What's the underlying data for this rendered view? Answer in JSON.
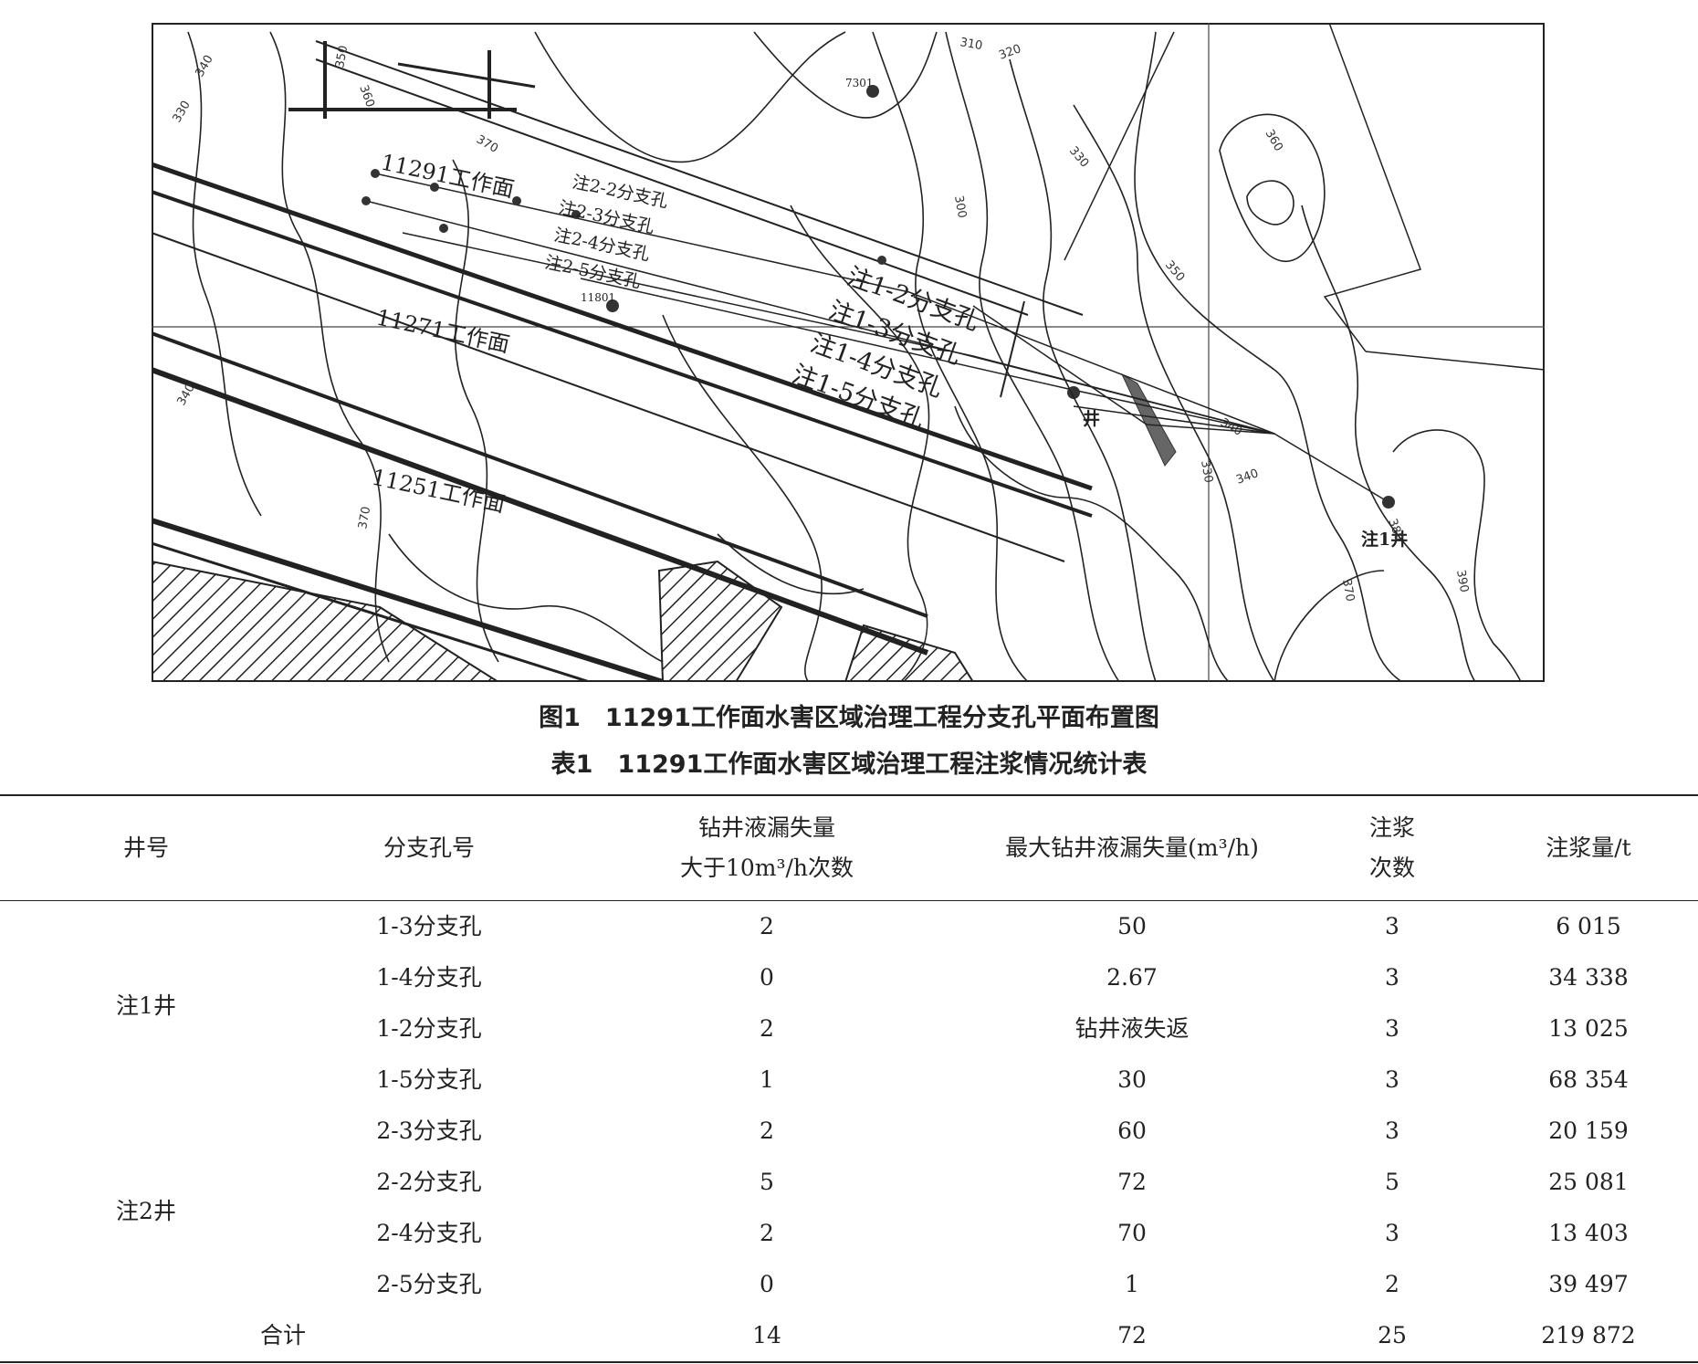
{
  "figure": {
    "work_faces": [
      "11291工作面",
      "11271工作面",
      "11251工作面"
    ],
    "branch_labels_2": [
      "注2-2分支孔",
      "注2-3分支孔",
      "注2-4分支孔",
      "注2-5分支孔"
    ],
    "branch_labels_1": [
      "注1-2分支孔",
      "注1-3分支孔",
      "注1-4分支孔",
      "注1-5分支孔"
    ],
    "well_labels": [
      "注1井",
      "井"
    ],
    "borehole_labels": [
      "11801",
      "7301"
    ],
    "contour_labels": [
      "340",
      "330",
      "360",
      "370",
      "350",
      "340",
      "370",
      "320",
      "310",
      "300",
      "330",
      "350",
      "340",
      "360",
      "380",
      "370",
      "390",
      "330",
      "340"
    ]
  },
  "figure_caption": "图1　11291工作面水害区域治理工程分支孔平面布置图",
  "table_caption": "表1　11291工作面水害区域治理工程注浆情况统计表",
  "table": {
    "headers": {
      "well": "井号",
      "branch": "分支孔号",
      "loss_count_1": "钻井液漏失量",
      "loss_count_2": "大于10m³/h次数",
      "max_loss": "最大钻井液漏失量(m³/h)",
      "grout_times_1": "注浆",
      "grout_times_2": "次数",
      "grout_amount": "注浆量/t"
    },
    "groups": [
      "注1井",
      "注2井"
    ],
    "rows": [
      {
        "branch": "1-3分支孔",
        "count": "2",
        "max": "50",
        "times": "3",
        "amount": "6 015"
      },
      {
        "branch": "1-4分支孔",
        "count": "0",
        "max": "2.67",
        "times": "3",
        "amount": "34 338"
      },
      {
        "branch": "1-2分支孔",
        "count": "2",
        "max": "钻井液失返",
        "times": "3",
        "amount": "13 025"
      },
      {
        "branch": "1-5分支孔",
        "count": "1",
        "max": "30",
        "times": "3",
        "amount": "68 354"
      },
      {
        "branch": "2-3分支孔",
        "count": "2",
        "max": "60",
        "times": "3",
        "amount": "20 159"
      },
      {
        "branch": "2-2分支孔",
        "count": "5",
        "max": "72",
        "times": "5",
        "amount": "25 081"
      },
      {
        "branch": "2-4分支孔",
        "count": "2",
        "max": "70",
        "times": "3",
        "amount": "13 403"
      },
      {
        "branch": "2-5分支孔",
        "count": "0",
        "max": "1",
        "times": "2",
        "amount": "39 497"
      }
    ],
    "total": {
      "label": "合计",
      "count": "14",
      "max": "72",
      "times": "25",
      "amount": "219 872"
    }
  }
}
